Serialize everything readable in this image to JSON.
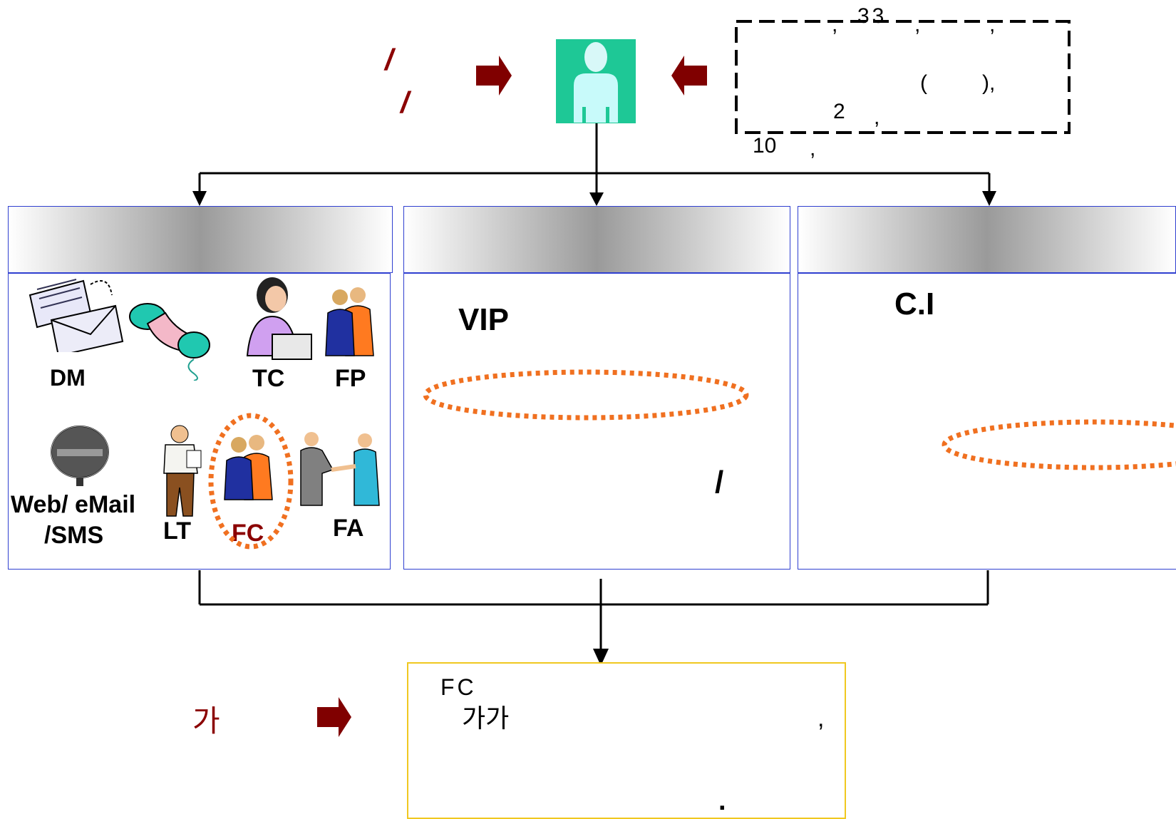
{
  "top": {
    "left_marks": [
      "/",
      "/"
    ],
    "dashed_box_lines": [
      ",",
      "33",
      ",",
      ",",
      "(",
      "),",
      "2",
      ",",
      "10",
      ","
    ]
  },
  "channels": {
    "items": [
      {
        "label": "DM",
        "icon": "envelope-icon"
      },
      {
        "label": "",
        "icon": "phone-icon"
      },
      {
        "label": "TC",
        "icon": "telemarketer-icon"
      },
      {
        "label": "FP",
        "icon": "people-icon"
      },
      {
        "label": "Web/ eMail",
        "icon": "globe-icon"
      },
      {
        "label": "/SMS",
        "icon": ""
      },
      {
        "label": "LT",
        "icon": "businessman-icon"
      },
      {
        "label": "FC",
        "icon": "people-icon",
        "highlight": "#8b0000"
      },
      {
        "label": "FA",
        "icon": "handshake-icon"
      }
    ]
  },
  "middle_panel": {
    "vip": "VIP",
    "slash": "/"
  },
  "right_panel": {
    "ci": "C.I"
  },
  "bottom": {
    "left_label": "가",
    "box_line1": "FC",
    "box_line2": "가가",
    "comma": ",",
    "period": "."
  },
  "colors": {
    "accent": "#8b0000",
    "panel_border": "#2f3fd0",
    "dotted": "#f07020",
    "person": "#1ec896"
  }
}
